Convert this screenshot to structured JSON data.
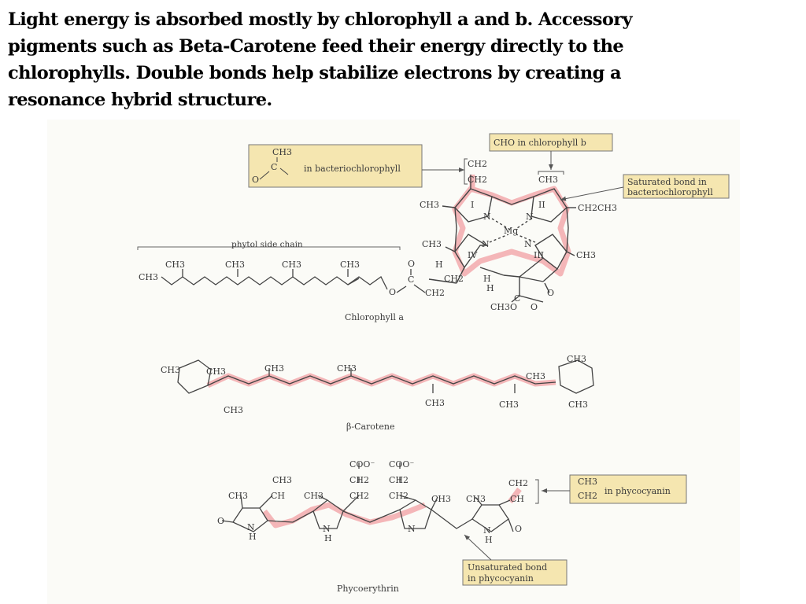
{
  "heading": {
    "lines": [
      "Light energy is absorbed mostly by chlorophyll a and b.  Accessory",
      "pigments such as Beta-Carotene feed their energy directly to  the",
      "chlorophylls. Double bonds help stabilize electrons by creating a",
      "resonance hybrid structure."
    ]
  },
  "figure": {
    "boxes": {
      "bacteriochlorophyll_group": "in bacteriochlorophyll",
      "cho_note": "CHO in chlorophyll b",
      "saturated_line1": "Saturated bond in",
      "saturated_line2": "bacteriochlorophyll",
      "phycocyanin_group": "in phycocyanin",
      "unsaturated_line1": "Unsaturated bond",
      "unsaturated_line2": "in phycocyanin"
    },
    "labels": {
      "phytol": "phytol side chain",
      "chlorophyll": "Chlorophyll a",
      "carotene": "β-Carotene",
      "phycoerythrin": "Phycoerythrin"
    },
    "ring_labels": [
      "I",
      "II",
      "III",
      "IV"
    ],
    "chlorophyll_atoms": {
      "mg": "Mg",
      "n": "N",
      "h": "H",
      "o": "O",
      "ch3": "CH3",
      "ch2": "CH2",
      "ch2ch3": "CH2CH3",
      "ch3o": "CH3O",
      "c": "C"
    },
    "phyco_atoms": {
      "coo": "COO⁻",
      "ch": "CH",
      "nh": "N",
      "h": "H"
    },
    "colors": {
      "highlight": "#f2a9ad",
      "box_fill": "#f5e6b0",
      "ink": "#3a3a3a"
    }
  }
}
